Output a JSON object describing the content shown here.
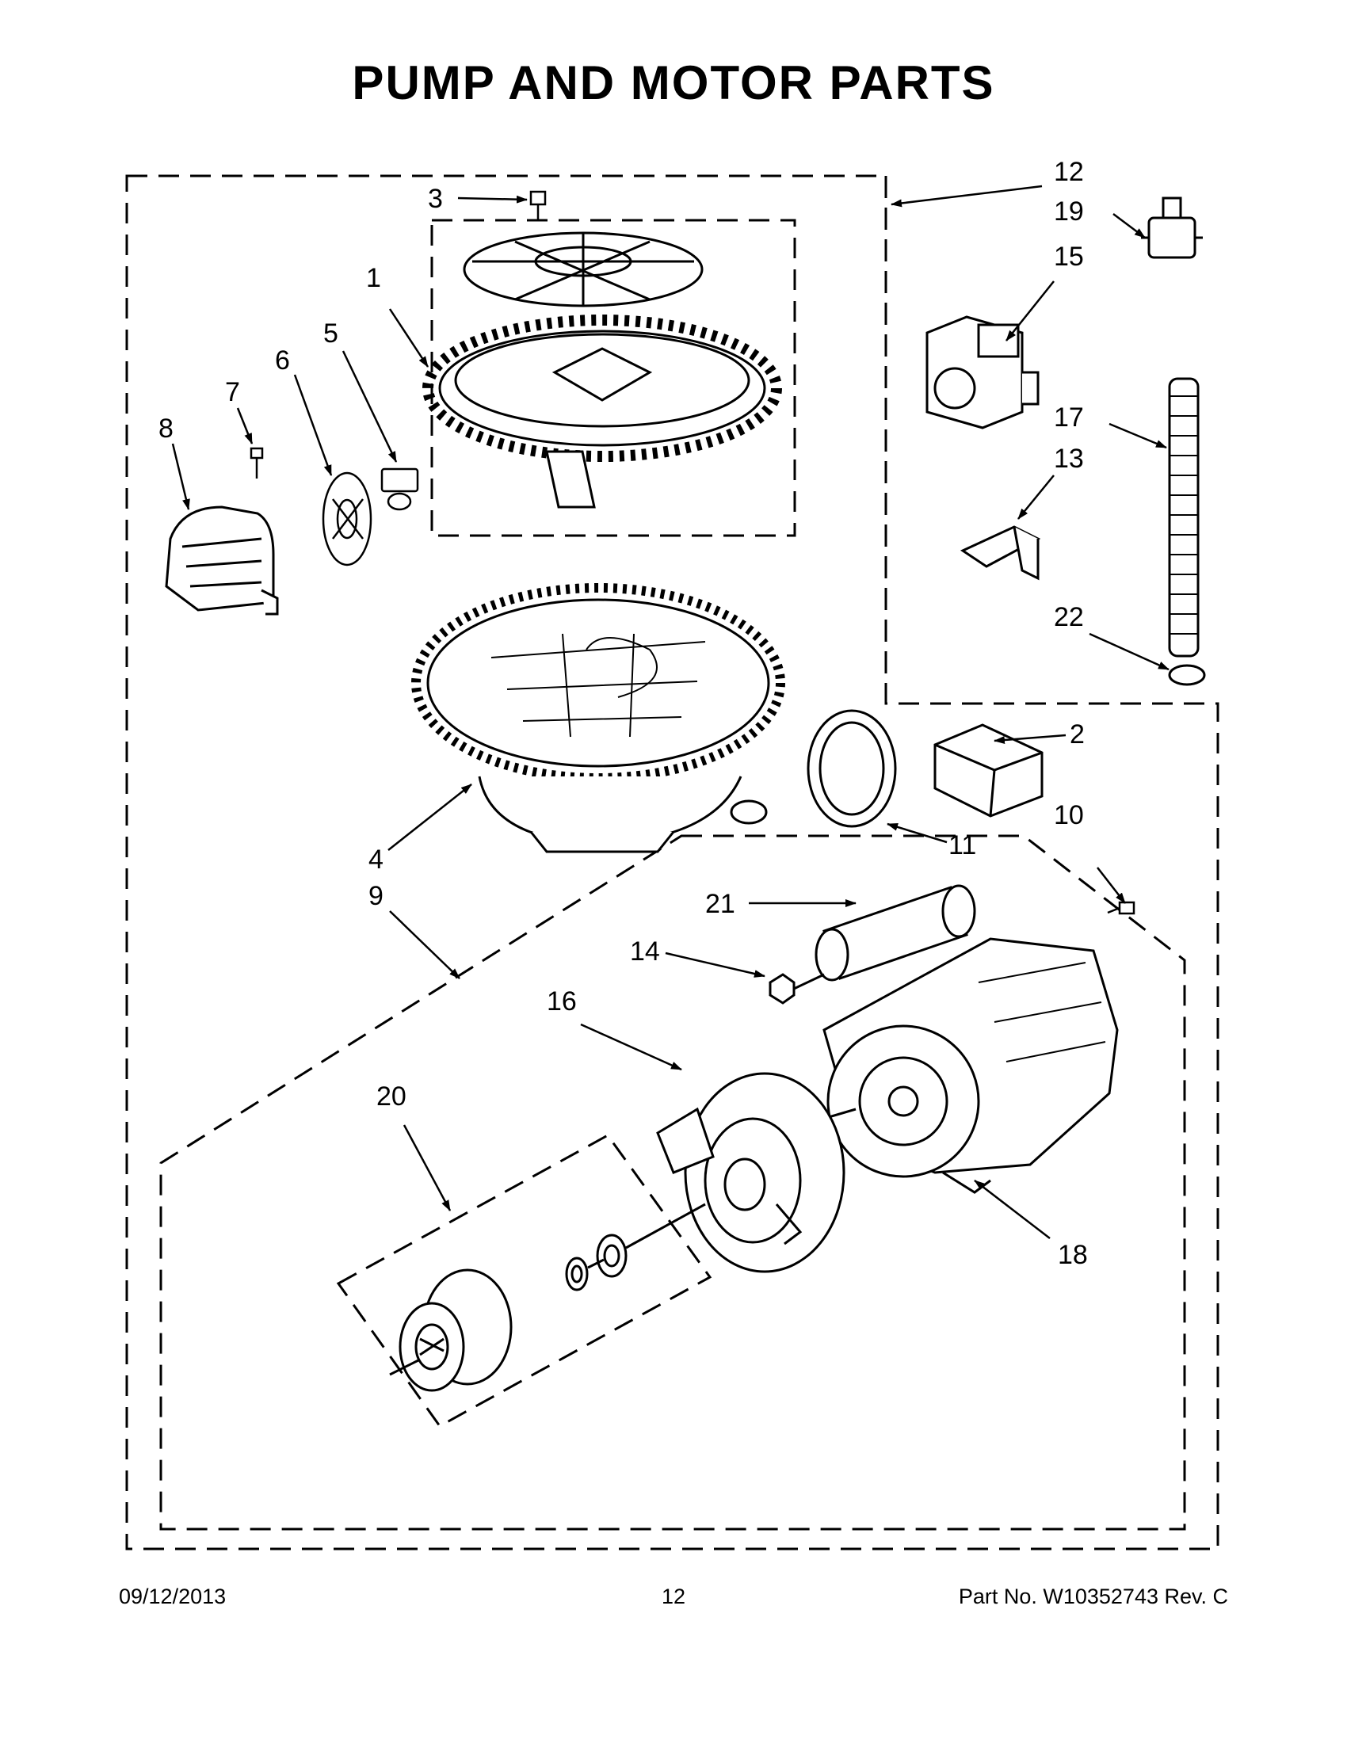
{
  "title": "PUMP AND MOTOR PARTS",
  "callouts": [
    {
      "id": "c1",
      "label": "1"
    },
    {
      "id": "c2",
      "label": "2"
    },
    {
      "id": "c3",
      "label": "3"
    },
    {
      "id": "c4",
      "label": "4"
    },
    {
      "id": "c5",
      "label": "5"
    },
    {
      "id": "c6",
      "label": "6"
    },
    {
      "id": "c7",
      "label": "7"
    },
    {
      "id": "c8",
      "label": "8"
    },
    {
      "id": "c9",
      "label": "9"
    },
    {
      "id": "c10",
      "label": "10"
    },
    {
      "id": "c11",
      "label": "11"
    },
    {
      "id": "c12",
      "label": "12"
    },
    {
      "id": "c13",
      "label": "13"
    },
    {
      "id": "c14",
      "label": "14"
    },
    {
      "id": "c15",
      "label": "15"
    },
    {
      "id": "c16",
      "label": "16"
    },
    {
      "id": "c17",
      "label": "17"
    },
    {
      "id": "c18",
      "label": "18"
    },
    {
      "id": "c19",
      "label": "19"
    },
    {
      "id": "c20",
      "label": "20"
    },
    {
      "id": "c21",
      "label": "21"
    },
    {
      "id": "c22",
      "label": "22"
    }
  ],
  "footer": {
    "date": "09/12/2013",
    "page": "12",
    "part_number": "Part No.  W10352743  Rev.  C"
  }
}
